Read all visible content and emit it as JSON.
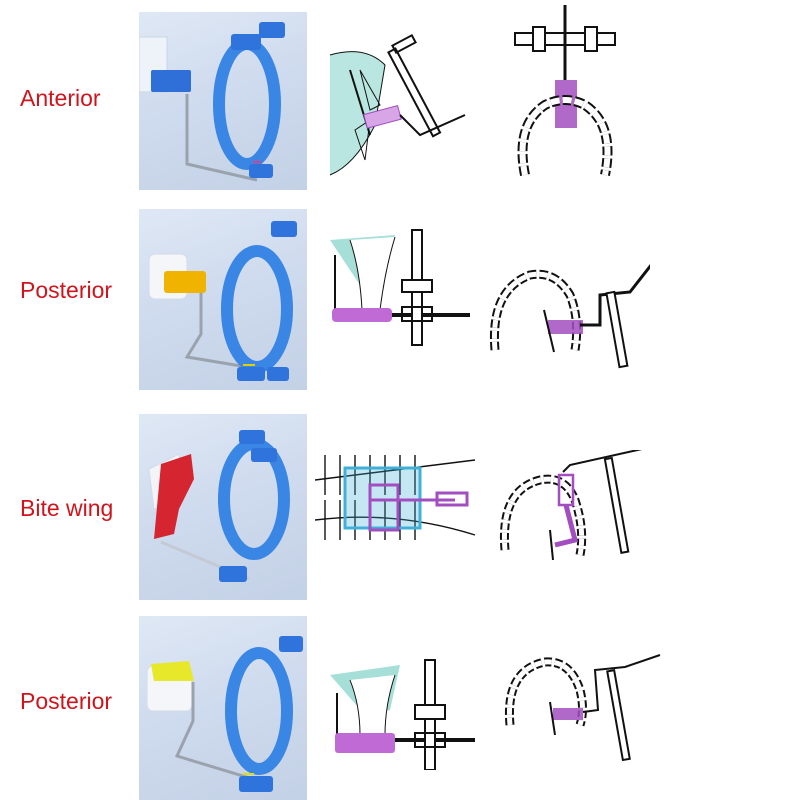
{
  "rows": [
    {
      "id": "anterior",
      "label": "Anterior",
      "sensor_holder_color": "#2f7fe0",
      "film_color": "#e8eef7",
      "bite_block_color": "#2f6fd8",
      "views": [
        "side view with anterior teeth",
        "occlusal view of arch"
      ]
    },
    {
      "id": "posterior-1",
      "label": "Posterior",
      "sensor_holder_color": "#2f7fe0",
      "film_color": "#f2f4f8",
      "bite_block_color": "#f0b400",
      "views": [
        "side view with molar",
        "occlusal view of arch"
      ]
    },
    {
      "id": "bite-wing",
      "label": "Bite wing",
      "sensor_holder_color": "#2f7fe0",
      "film_color": "#f2f4f8",
      "bite_block_color": "#d42530",
      "views": [
        "front view of occlusion with bitewing sensor",
        "occlusal view of arch"
      ]
    },
    {
      "id": "posterior-2",
      "label": "Posterior",
      "sensor_holder_color": "#2f7fe0",
      "film_color": "#f2f4f8",
      "bite_block_color": "#e8e82a",
      "views": [
        "side view with molar",
        "occlusal view of arch"
      ]
    }
  ],
  "colors": {
    "label": "#d0141c",
    "ring": "#3a86e4",
    "diagram_stroke": "#111111",
    "diagram_holder": "#a24dc0",
    "diagram_tissue": "#7fd1c6",
    "diagram_sensor": "#40b0d8"
  }
}
